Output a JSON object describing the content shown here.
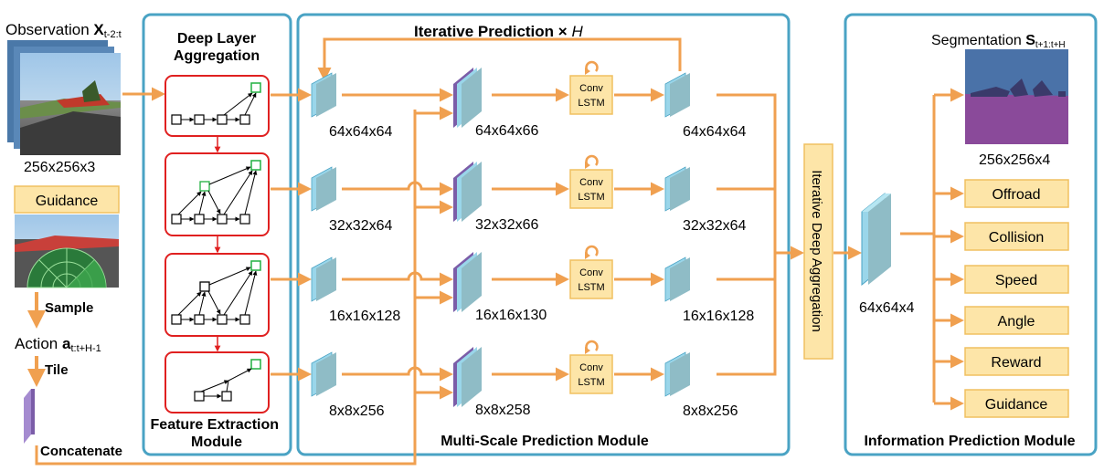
{
  "modules": {
    "feature_extraction": "Feature Extraction\nModule",
    "deep_layer_aggregation": "Deep Layer\nAggregation",
    "multi_scale": "Multi-Scale Prediction Module",
    "information": "Information Prediction Module"
  },
  "inputs": {
    "observation_prefix": "Observation ",
    "observation_symbol": "X",
    "observation_sub": "t-2:t",
    "observation_size": "256x256x3",
    "guidance_label": "Guidance",
    "sample_label": "Sample",
    "action_prefix": "Action ",
    "action_symbol": "a",
    "action_sub": "t:t+H-1",
    "tile_label": "Tile",
    "concatenate_label": "Concatenate"
  },
  "iterative": {
    "label": "Iterative Prediction × ",
    "symbol": "H"
  },
  "scales": [
    {
      "feature": "64x64x64",
      "concat": "64x64x66",
      "output": "64x64x64"
    },
    {
      "feature": "32x32x64",
      "concat": "32x32x66",
      "output": "32x32x64"
    },
    {
      "feature": "16x16x128",
      "concat": "16x16x130",
      "output": "16x16x128"
    },
    {
      "feature": "8x8x256",
      "concat": "8x8x258",
      "output": "8x8x256"
    }
  ],
  "conv_lstm": {
    "line1": "Conv",
    "line2": "LSTM"
  },
  "ida_label": "Iterative Deep Aggregation",
  "latent_size": "64x64x4",
  "segmentation": {
    "prefix": "Segmentation ",
    "symbol": "S",
    "sub": "t+1:t+H",
    "size": "256x256x4"
  },
  "outputs": [
    "Offroad",
    "Collision",
    "Speed",
    "Angle",
    "Reward",
    "Guidance"
  ],
  "colors": {
    "module_border": "#4aa3c4",
    "arrow": "#f0a050",
    "dla_border": "#e02020",
    "node": "#20b040",
    "box_fill": "#fde5a8",
    "box_border": "#f0c060",
    "tensor_front": "#8fbcc6",
    "tensor_side": "#9ad6ea",
    "concat_purple": "#7b5da8",
    "seg_sky": "#4a72a8",
    "seg_road": "#8a4a9a"
  }
}
